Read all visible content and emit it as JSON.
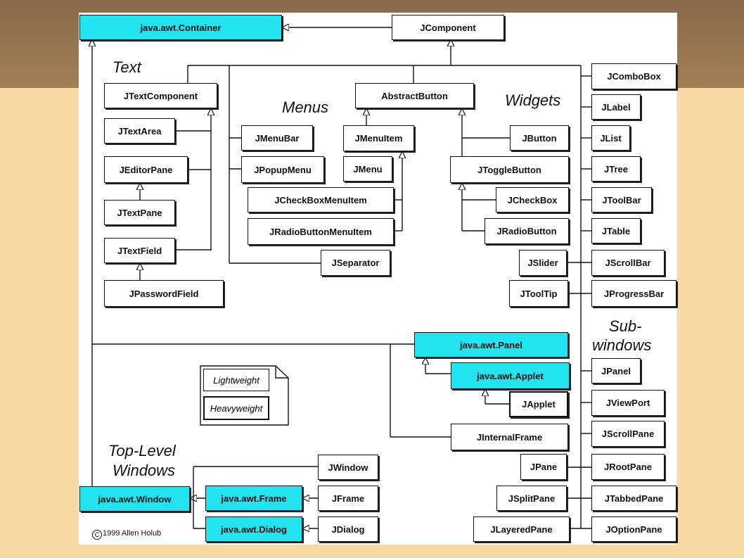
{
  "colors": {
    "heavyweight": "#22e3f0",
    "line": "#111111"
  },
  "sections": {
    "text": "Text",
    "menus": "Menus",
    "widgets": "Widgets",
    "subwindows_1": "Sub-",
    "subwindows_2": "windows",
    "toplevel_1": "Top-Level",
    "toplevel_2": "Windows"
  },
  "legend": {
    "lightweight": "Lightweight",
    "heavyweight": "Heavyweight"
  },
  "copyright": "1999 Allen Holub",
  "classes": {
    "container": "java.awt.Container",
    "jcomponent": "JComponent",
    "jtextcomponent": "JTextComponent",
    "jtextarea": "JTextArea",
    "jeditorpane": "JEditorPane",
    "jtextpane": "JTextPane",
    "jtextfield": "JTextField",
    "jpasswordfield": "JPasswordField",
    "abstractbutton": "AbstractButton",
    "jmenubar": "JMenuBar",
    "jpopupmenu": "JPopupMenu",
    "jmenuitem": "JMenuItem",
    "jmenu": "JMenu",
    "jcheckboxmenuitem": "JCheckBoxMenuItem",
    "jradiobuttonmenuitem": "JRadioButtonMenuItem",
    "jseparator": "JSeparator",
    "jbutton": "JButton",
    "jtogglebutton": "JToggleButton",
    "jcheckbox": "JCheckBox",
    "jradiobutton": "JRadioButton",
    "jslider": "JSlider",
    "jtooltip": "JToolTip",
    "jcombobox": "JComboBox",
    "jlabel": "JLabel",
    "jlist": "JList",
    "jtree": "JTree",
    "jtoolbar": "JToolBar",
    "jtable": "JTable",
    "jscrollbar": "JScrollBar",
    "jprogressbar": "JProgressBar",
    "panel": "java.awt.Panel",
    "applet": "java.awt.Applet",
    "japplet": "JApplet",
    "jinternalframe": "JInternalFrame",
    "jpanel": "JPanel",
    "jviewport": "JViewPort",
    "jscrollpane": "JScrollPane",
    "jpane": "JPane",
    "jrootpane": "JRootPane",
    "jsplitpane": "JSplitPane",
    "jtabbedpane": "JTabbedPane",
    "jlayeredpane": "JLayeredPane",
    "joptionpane": "JOptionPane",
    "window": "java.awt.Window",
    "frame": "java.awt.Frame",
    "dialog": "java.awt.Dialog",
    "jwindow": "JWindow",
    "jframe": "JFrame",
    "jdialog": "JDialog"
  }
}
